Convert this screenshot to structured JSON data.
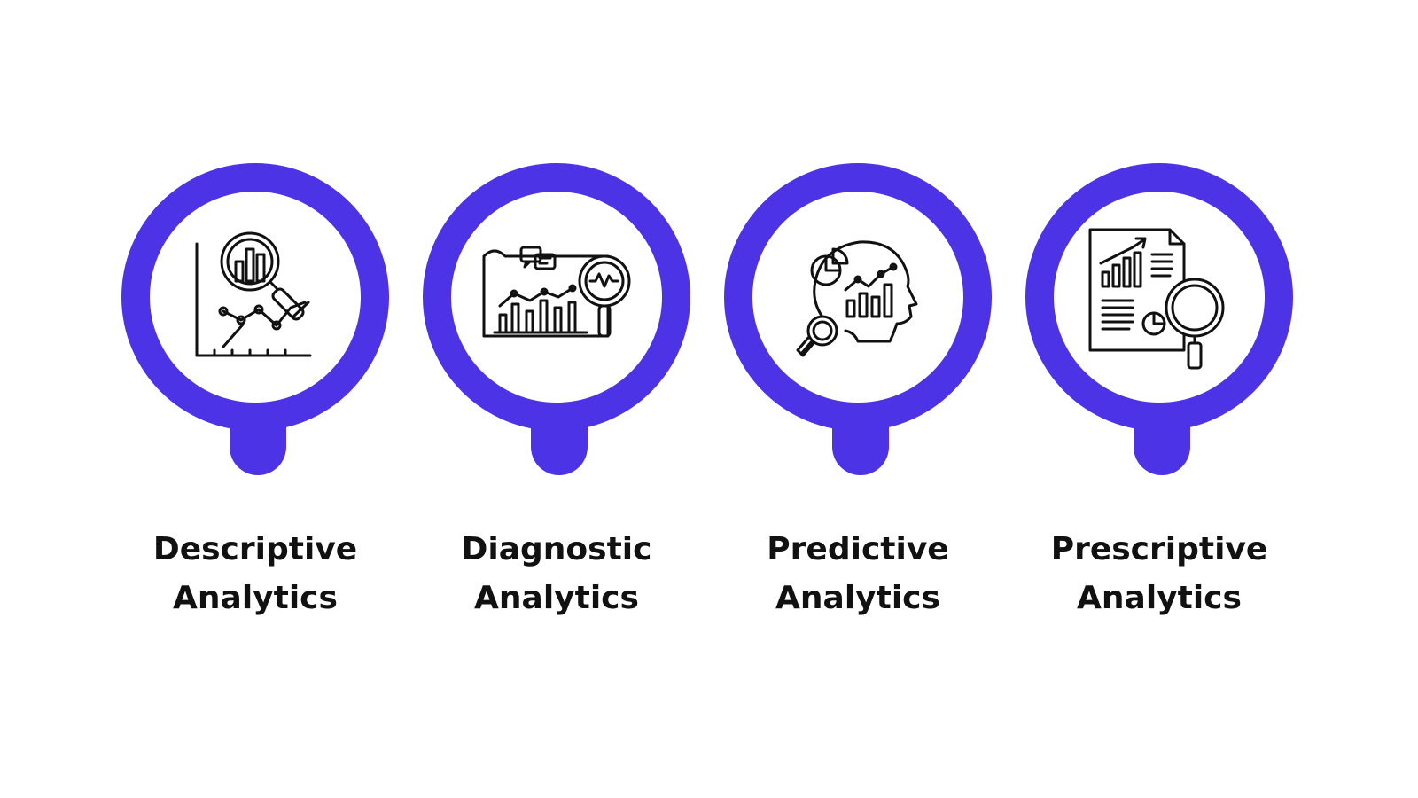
{
  "colors": {
    "accent": "#4C33E6",
    "icon_stroke": "#111111",
    "text": "#111111",
    "background": "#ffffff"
  },
  "items": [
    {
      "icon": "magnifier-bar-chart-line-chart-icon",
      "line1": "Descriptive",
      "line2": "Analytics"
    },
    {
      "icon": "report-chat-magnifier-pulse-icon",
      "line1": "Diagnostic",
      "line2": "Analytics"
    },
    {
      "icon": "head-chart-magnifier-icon",
      "line1": "Predictive",
      "line2": "Analytics"
    },
    {
      "icon": "document-chart-magnifier-icon",
      "line1": "Prescriptive",
      "line2": "Analytics"
    }
  ]
}
